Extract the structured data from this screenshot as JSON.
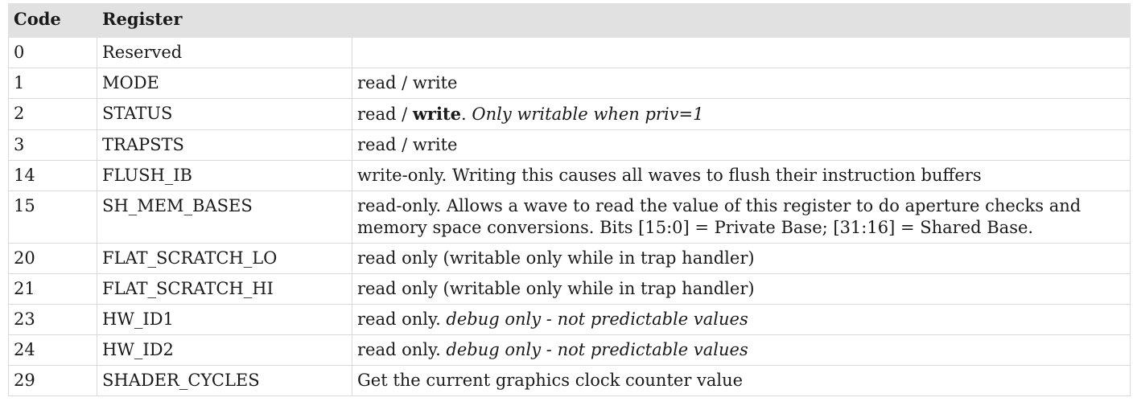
{
  "table": {
    "headers": [
      "Code",
      "Register",
      ""
    ],
    "rows": [
      {
        "code": "0",
        "register": "Reserved",
        "desc": [],
        "tall": false
      },
      {
        "code": "1",
        "register": "MODE",
        "desc": [
          {
            "t": "read / write",
            "s": ""
          }
        ],
        "tall": false
      },
      {
        "code": "2",
        "register": "STATUS",
        "desc": [
          {
            "t": "read / ",
            "s": ""
          },
          {
            "t": "write",
            "s": "b"
          },
          {
            "t": ". ",
            "s": ""
          },
          {
            "t": "Only writable when priv=1",
            "s": "i"
          }
        ],
        "tall": false
      },
      {
        "code": "3",
        "register": "TRAPSTS",
        "desc": [
          {
            "t": "read / write",
            "s": ""
          }
        ],
        "tall": false
      },
      {
        "code": "14",
        "register": "FLUSH_IB",
        "desc": [
          {
            "t": "write-only. Writing this causes all waves to flush their instruction buffers",
            "s": ""
          }
        ],
        "tall": false
      },
      {
        "code": "15",
        "register": "SH_MEM_BASES",
        "desc": [
          {
            "t": "read-only. Allows a wave to read the value of this register to do aperture checks and memory space conversions. Bits [15:0] = Private Base; [31:16] = Shared Base.",
            "s": ""
          }
        ],
        "tall": true
      },
      {
        "code": "20",
        "register": "FLAT_SCRATCH_LO",
        "desc": [
          {
            "t": "read only (writable only while in trap handler)",
            "s": ""
          }
        ],
        "tall": false
      },
      {
        "code": "21",
        "register": "FLAT_SCRATCH_HI",
        "desc": [
          {
            "t": "read only (writable only while in trap handler)",
            "s": ""
          }
        ],
        "tall": false
      },
      {
        "code": "23",
        "register": "HW_ID1",
        "desc": [
          {
            "t": "read only. ",
            "s": ""
          },
          {
            "t": "debug only - not predictable values",
            "s": "i"
          }
        ],
        "tall": false
      },
      {
        "code": "24",
        "register": "HW_ID2",
        "desc": [
          {
            "t": "read only. ",
            "s": ""
          },
          {
            "t": "debug only - not predictable values",
            "s": "i"
          }
        ],
        "tall": false
      },
      {
        "code": "29",
        "register": "SHADER_CYCLES",
        "desc": [
          {
            "t": "Get the current graphics clock counter value",
            "s": ""
          }
        ],
        "tall": false
      }
    ]
  }
}
